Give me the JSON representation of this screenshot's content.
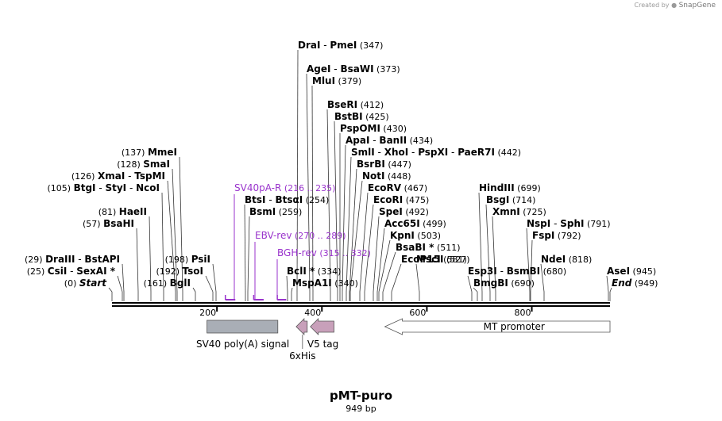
{
  "header": {
    "credit_prefix": "Created by",
    "credit_brand": "SnapGene"
  },
  "plasmid": {
    "name": "pMT-puro",
    "length_label": "949 bp",
    "length": 949
  },
  "colors": {
    "line": "#000000",
    "primer": "#9933cc",
    "feature_gray": "#a9aeb6",
    "feature_pink": "#c8a0ba",
    "promoter_fill": "#ffffff"
  },
  "ruler": {
    "ticks": [
      {
        "pos": 200,
        "label": "200"
      },
      {
        "pos": 400,
        "label": "400"
      },
      {
        "pos": 600,
        "label": "600"
      },
      {
        "pos": 800,
        "label": "800"
      }
    ]
  },
  "sites": [
    {
      "pos": 0,
      "left": "(0)",
      "names": [
        "Start"
      ],
      "style": "ends"
    },
    {
      "pos": 25,
      "left": "(25)",
      "names": [
        "CsiI",
        "SexAI *"
      ]
    },
    {
      "pos": 29,
      "left": "(29)",
      "names": [
        "DraIII",
        "BstAPI"
      ]
    },
    {
      "pos": 57,
      "left": "(57)",
      "names": [
        "BsaHI"
      ]
    },
    {
      "pos": 81,
      "left": "(81)",
      "names": [
        "HaeII"
      ]
    },
    {
      "pos": 105,
      "left": "(105)",
      "names": [
        "BtgI",
        "StyI",
        "NcoI"
      ]
    },
    {
      "pos": 126,
      "left": "(126)",
      "names": [
        "XmaI",
        "TspMI"
      ]
    },
    {
      "pos": 128,
      "left": "(128)",
      "names": [
        "SmaI"
      ]
    },
    {
      "pos": 137,
      "left": "(137)",
      "names": [
        "MmeI"
      ]
    },
    {
      "pos": 161,
      "left": "(161)",
      "names": [
        "BglI"
      ]
    },
    {
      "pos": 192,
      "left": "(192)",
      "names": [
        "TsoI"
      ]
    },
    {
      "pos": 198,
      "left": "(198)",
      "names": [
        "PsiI"
      ]
    },
    {
      "pos": 254,
      "right": "(254)",
      "names": [
        "BtsI",
        "BtsαI"
      ]
    },
    {
      "pos": 259,
      "right": "(259)",
      "names": [
        "BsmI"
      ]
    },
    {
      "pos": 334,
      "right": "(334)",
      "names": [
        "BclI *"
      ]
    },
    {
      "pos": 340,
      "right": "(340)",
      "names": [
        "MspA1I"
      ]
    },
    {
      "pos": 347,
      "right": "(347)",
      "names": [
        "DraI",
        "PmeI"
      ]
    },
    {
      "pos": 373,
      "right": "(373)",
      "names": [
        "AgeI",
        "BsaWI"
      ]
    },
    {
      "pos": 379,
      "right": "(379)",
      "names": [
        "MluI"
      ]
    },
    {
      "pos": 412,
      "right": "(412)",
      "names": [
        "BseRI"
      ]
    },
    {
      "pos": 425,
      "right": "(425)",
      "names": [
        "BstBI"
      ]
    },
    {
      "pos": 430,
      "right": "(430)",
      "names": [
        "PspOMI"
      ]
    },
    {
      "pos": 434,
      "right": "(434)",
      "names": [
        "ApaI",
        "BanII"
      ]
    },
    {
      "pos": 442,
      "right": "(442)",
      "names": [
        "SmlI",
        "XhoI",
        "PspXI",
        "PaeR7I"
      ]
    },
    {
      "pos": 447,
      "right": "(447)",
      "names": [
        "BsrBI"
      ]
    },
    {
      "pos": 448,
      "right": "(448)",
      "names": [
        "NotI"
      ]
    },
    {
      "pos": 467,
      "right": "(467)",
      "names": [
        "EcoRV"
      ]
    },
    {
      "pos": 475,
      "right": "(475)",
      "names": [
        "EcoRI"
      ]
    },
    {
      "pos": 492,
      "right": "(492)",
      "names": [
        "SpeI"
      ]
    },
    {
      "pos": 499,
      "right": "(499)",
      "names": [
        "Acc65I"
      ]
    },
    {
      "pos": 503,
      "right": "(503)",
      "names": [
        "KpnI"
      ]
    },
    {
      "pos": 511,
      "right": "(511)",
      "names": [
        "BsaBI *"
      ]
    },
    {
      "pos": 527,
      "right": "(527)",
      "names": [
        "EcoP15I"
      ]
    },
    {
      "pos": 581,
      "right": "(581)",
      "names": [
        "MscI"
      ]
    },
    {
      "pos": 680,
      "right": "(680)",
      "names": [
        "Esp3I",
        "BsmBI"
      ]
    },
    {
      "pos": 690,
      "right": "(690)",
      "names": [
        "BmgBI"
      ]
    },
    {
      "pos": 699,
      "right": "(699)",
      "names": [
        "HindIII"
      ]
    },
    {
      "pos": 714,
      "right": "(714)",
      "names": [
        "BsgI"
      ]
    },
    {
      "pos": 725,
      "right": "(725)",
      "names": [
        "XmnI"
      ]
    },
    {
      "pos": 791,
      "right": "(791)",
      "names": [
        "NspI",
        "SphI"
      ]
    },
    {
      "pos": 792,
      "right": "(792)",
      "names": [
        "FspI"
      ]
    },
    {
      "pos": 818,
      "right": "(818)",
      "names": [
        "NdeI"
      ]
    },
    {
      "pos": 945,
      "right": "(945)",
      "names": [
        "AseI"
      ]
    },
    {
      "pos": 949,
      "right": "(949)",
      "names": [
        "End"
      ],
      "style": "ends"
    }
  ],
  "primers": [
    {
      "name": "SV40pA-R",
      "range": "(216 .. 235)",
      "start": 216,
      "end": 235,
      "direction": "rev"
    },
    {
      "name": "EBV-rev",
      "range": "(270 .. 289)",
      "start": 270,
      "end": 289,
      "direction": "rev"
    },
    {
      "name": "BGH-rev",
      "range": "(315 .. 332)",
      "start": 315,
      "end": 332,
      "direction": "rev"
    }
  ],
  "features": [
    {
      "name": "SV40 poly(A) signal",
      "start": 181,
      "end": 316,
      "shape": "box",
      "color": "#a9aeb6"
    },
    {
      "name": "6xHis",
      "start": 354,
      "end": 372,
      "shape": "arrow-rev",
      "color": "#c8a0ba"
    },
    {
      "name": "V5 tag",
      "start": 381,
      "end": 423,
      "shape": "arrow-rev",
      "color": "#c8a0ba"
    },
    {
      "name": "MT promoter",
      "start": 523,
      "end": 949,
      "shape": "arrow-rev-outline",
      "color": "#ffffff"
    }
  ]
}
